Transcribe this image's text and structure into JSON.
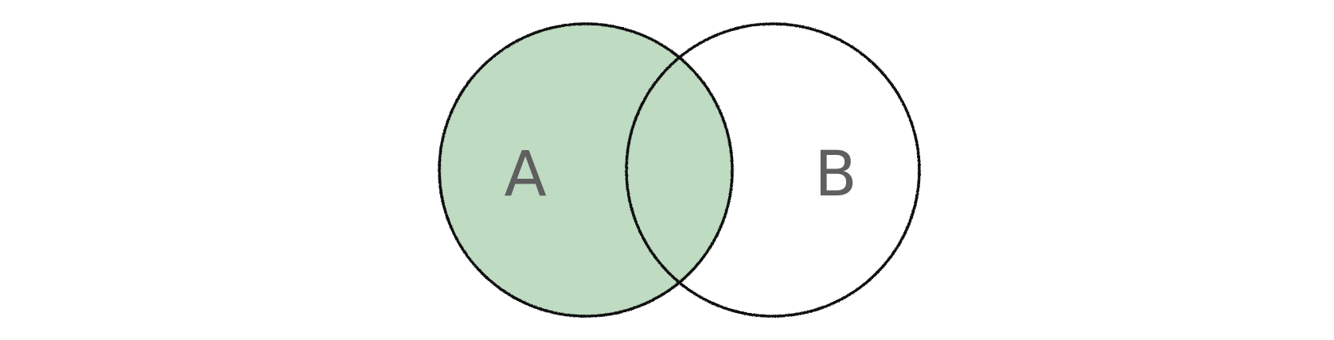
{
  "diagram": {
    "type": "venn",
    "sets": [
      {
        "id": "a",
        "label": "A",
        "shaded": true
      },
      {
        "id": "b",
        "label": "B",
        "shaded": false
      }
    ],
    "colors": {
      "shade": "#bfdbc2",
      "outline": "#111111",
      "label": "#5f5f5f",
      "background": "#ffffff"
    }
  }
}
